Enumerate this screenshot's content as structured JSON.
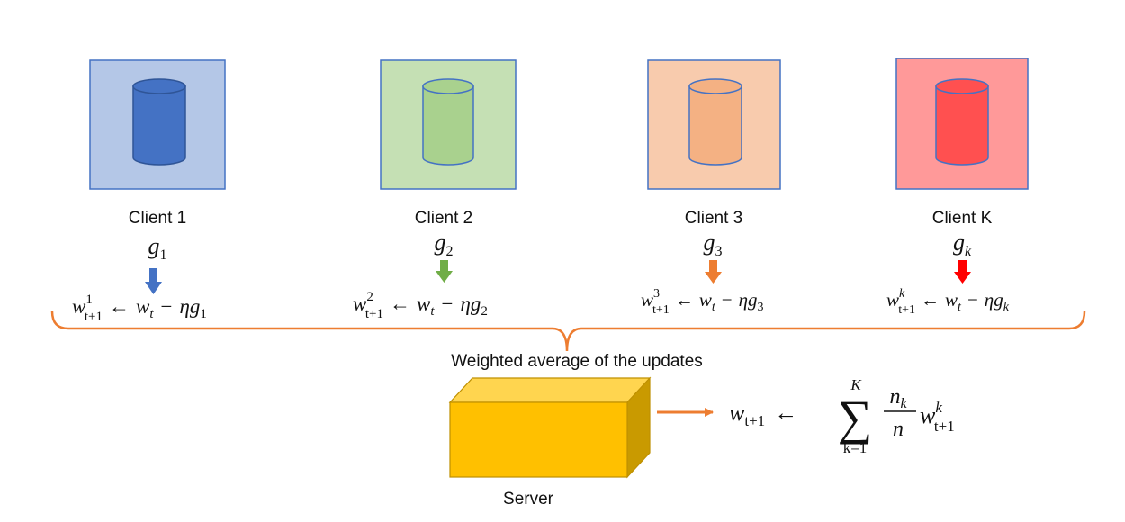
{
  "clients": [
    {
      "name": "Client 1",
      "g_sub": "1",
      "w_sup": "1",
      "eq_sub": "1",
      "colors": {
        "box_fill": "#b4c7e7",
        "box_stroke": "#4472c4",
        "cyl_fill": "#4472c4",
        "cyl_stroke": "#2f5597",
        "arrow": "#4472c4"
      }
    },
    {
      "name": "Client 2",
      "g_sub": "2",
      "w_sup": "2",
      "eq_sub": "2",
      "colors": {
        "box_fill": "#c5e0b4",
        "box_stroke": "#4472c4",
        "cyl_fill": "#a9d18e",
        "cyl_stroke": "#4472c4",
        "arrow": "#70ad47"
      }
    },
    {
      "name": "Client 3",
      "g_sub": "3",
      "w_sup": "3",
      "eq_sub": "3",
      "colors": {
        "box_fill": "#f8cbad",
        "box_stroke": "#4472c4",
        "cyl_fill": "#f4b183",
        "cyl_stroke": "#4472c4",
        "arrow": "#ed7d31"
      }
    },
    {
      "name": "Client K",
      "g_sub": "k",
      "w_sup": "k",
      "eq_sub": "k",
      "colors": {
        "box_fill": "#ff9999",
        "box_stroke": "#4472c4",
        "cyl_fill": "#ff5050",
        "cyl_stroke": "#4472c4",
        "arrow": "#ff0000"
      }
    }
  ],
  "math": {
    "g": "g",
    "w": "w",
    "sub_t1": "t+1",
    "left_arrow": "←",
    "w_t_base": "w",
    "w_t_sub": "t",
    "minus": "−",
    "eta": "η",
    "sum_symbol": "∑",
    "sum_upper": "K",
    "sum_lower": "k=1",
    "frac_num_base": "n",
    "frac_num_sub": "k",
    "frac_den": "n",
    "agg_w_sup": "k"
  },
  "aggregation_label": "Weighted average of the updates",
  "server": {
    "label": "Server",
    "colors": {
      "front": "#ffc000",
      "top": "#ffd54f",
      "side": "#c99a00",
      "stroke": "#bf9000"
    }
  },
  "brace_color": "#ed7d31",
  "server_arrow_color": "#ed7d31"
}
